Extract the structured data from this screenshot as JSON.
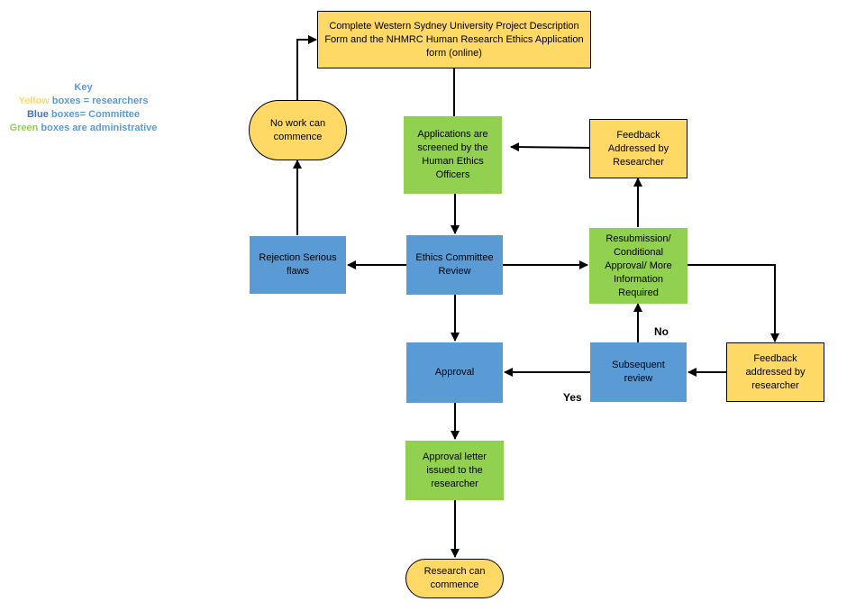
{
  "key": {
    "title": "Key",
    "yellow_word": "Yellow",
    "yellow_rest": " boxes = researchers",
    "blue_word": "Blue",
    "blue_rest": " boxes= Committee",
    "green_word": "Green",
    "green_rest": " boxes are administrative"
  },
  "nodes": {
    "complete_forms": "Complete Western Sydney University Project Description Form and the NHMRC Human Research Ethics Application form (online)",
    "screened": "Applications are screened by the Human Ethics Officers",
    "feedback_addressed_top": "Feedback Addressed by Researcher",
    "no_work": "No work can commence",
    "rejection": "Rejection Serious flaws",
    "ethics_review": "Ethics Committee Review",
    "resubmission": "Resubmission/ Conditional Approval/ More Information Required",
    "approval": "Approval",
    "subsequent_review": "Subsequent review",
    "feedback_addressed_right": "Feedback addressed by researcher",
    "approval_letter": "Approval letter issued to the researcher",
    "research_commence": "Research can commence"
  },
  "labels": {
    "no": "No",
    "yes": "Yes"
  },
  "colors": {
    "researchers": "#ffd966",
    "committee": "#5b9bd5",
    "administrative": "#92d050"
  }
}
